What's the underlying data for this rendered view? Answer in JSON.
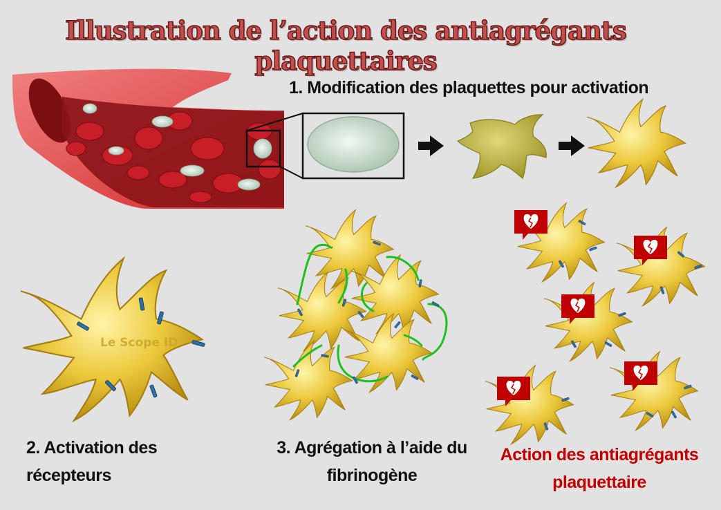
{
  "title": "Illustration de l’action des antiagrégants plaquettaires",
  "steps": {
    "step1": "1. Modification des plaquettes pour activation",
    "step2_line1": "2. Activation des",
    "step2_line2": "récepteurs",
    "step3_line1": "3. Agrégation à l’aide du",
    "step3_line2": "fibrinogène"
  },
  "action": {
    "line1": "Action des antiagrégants",
    "line2": "plaquettaire"
  },
  "watermark": "Le Scope ID",
  "colors": {
    "title": "#c0504d",
    "action_text": "#c00000",
    "platelet_fill": "#e9c83a",
    "receptor": "#2f6fa8",
    "fibrinogen": "#1fbf1f",
    "broken_heart_badge": "#c00000"
  },
  "icons": [
    "blood-vessel-illustration",
    "resting-platelet",
    "arrow-right-icon",
    "broken-heart-icon"
  ]
}
